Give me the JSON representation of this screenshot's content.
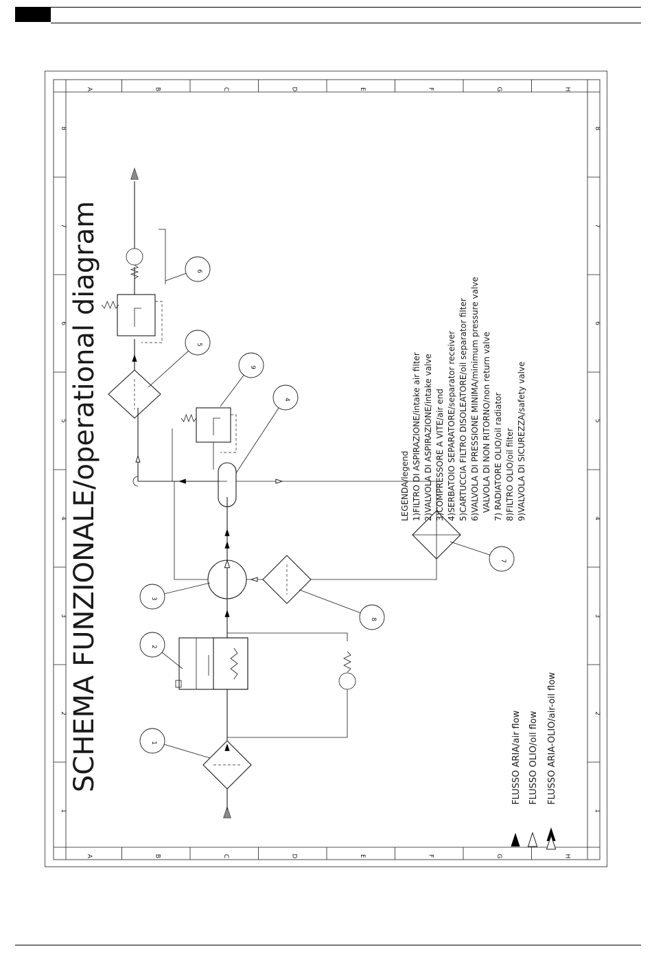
{
  "diagram": {
    "title": "SCHEMA FUNZIONALE/operational diagram",
    "zones_cols": [
      "A",
      "B",
      "C",
      "D",
      "E",
      "F",
      "G",
      "H"
    ],
    "zones_rows": [
      "8",
      "7",
      "6",
      "5",
      "4",
      "3",
      "2",
      "1"
    ],
    "balloons": [
      "1",
      "2",
      "3",
      "4",
      "5",
      "6",
      "7",
      "8",
      "9"
    ],
    "legend": {
      "heading": "LEGENDA/legend",
      "items": [
        "1)FILTRO DI ASPIRAZIONE/intake air filter",
        "2)VALVOLA DI ASPIRAZIONE/intake valve",
        "3)COMPRESSORE A VITE/air end",
        "4)SERBATOIO SEPARATORE/separator receiver",
        "5)CARTUCCIA FILTRO DISOLEATORE/oil separator filter",
        "6)VALVOLA DI PRESSIONE MINIMA/minimum pressure valve",
        "VALVOLA DI NON RITORNO/non return valve",
        "7) RADIATORE OLIO/oil radiator",
        "8)FILTRO OLIO/oil filter",
        "9)VALVOLA DI SICUREZZA/safety valve"
      ]
    },
    "flows": [
      {
        "label": "FLUSSO ARIA/air flow",
        "symbol": "solid-triangle"
      },
      {
        "label": "FLUSSO OLIO/oil flow",
        "symbol": "open-triangle"
      },
      {
        "label": "FLUSSO ARIA-OLIO/air-oil flow",
        "symbol": "solid-open-triangle"
      }
    ]
  }
}
